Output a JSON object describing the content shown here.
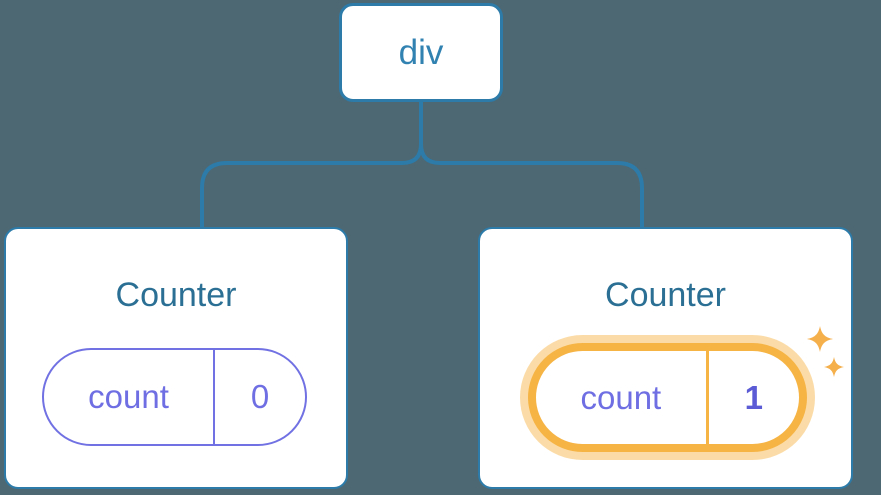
{
  "diagram": {
    "root": {
      "label": "div"
    },
    "children": [
      {
        "title": "Counter",
        "state": {
          "key": "count",
          "value": "0"
        },
        "highlighted": false
      },
      {
        "title": "Counter",
        "state": {
          "key": "count",
          "value": "1"
        },
        "highlighted": true
      }
    ]
  },
  "icons": {
    "sparkles": "two four-pointed stars marking the updated state"
  },
  "colors": {
    "background": "#4D6873",
    "line": "#2C7BA9",
    "div_label": "#3181B1",
    "counter_title": "#2B7094",
    "pill_purple": "#7171E3",
    "pill_text": "#6F6FE3",
    "highlight_value": "#5B5BD6",
    "orange": "#F6B445",
    "orange_glow": "#FBDCA8",
    "sparkle": "#F5AF4B",
    "card_bg": "#FFFFFF"
  }
}
